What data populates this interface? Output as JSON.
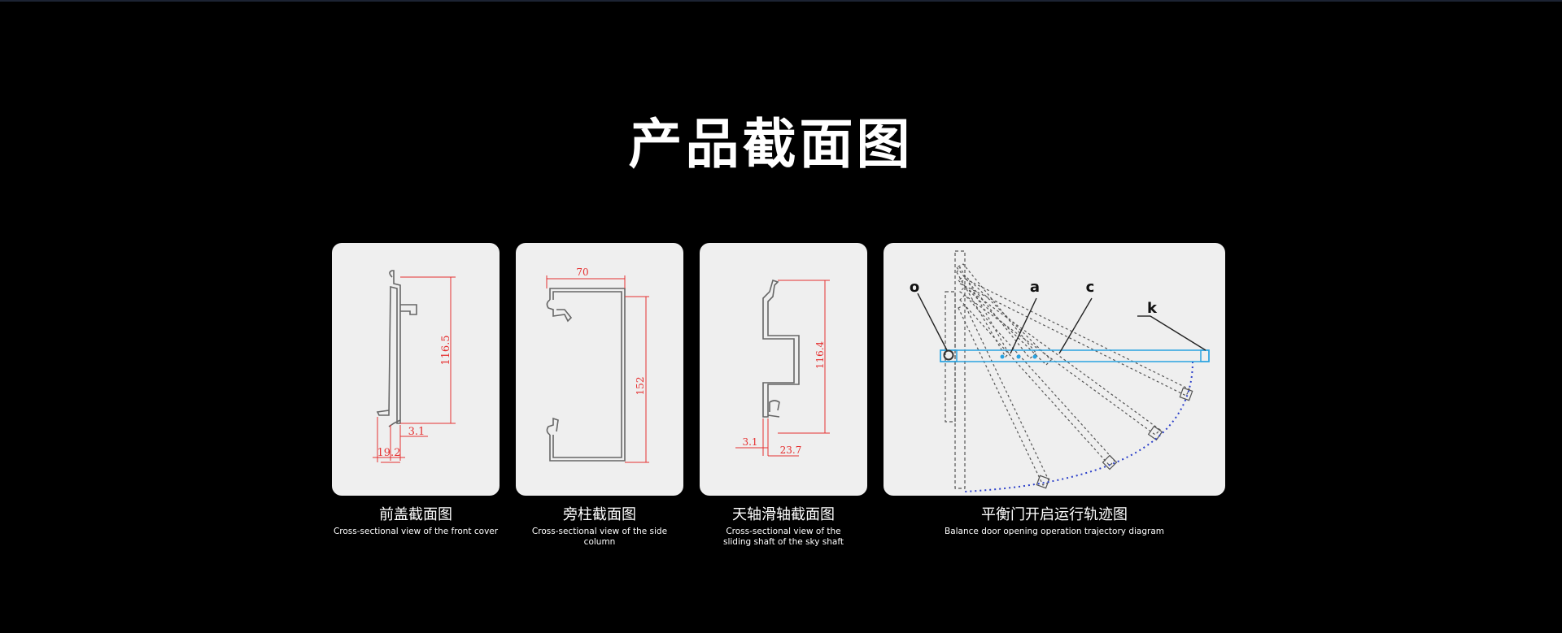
{
  "header": {
    "title": "产品截面图"
  },
  "sections": [
    {
      "name_cn": "前盖截面图",
      "name_en": "Cross-sectional view of the front cover",
      "dims": {
        "height": "116.5",
        "thickness": "3.1",
        "width": "19.2"
      }
    },
    {
      "name_cn": "旁柱截面图",
      "name_en": "Cross-sectional view of the side column",
      "dims": {
        "width": "70",
        "height": "152"
      }
    },
    {
      "name_cn": "天轴滑轴截面图",
      "name_en": "Cross-sectional view of the sliding shaft of the sky shaft",
      "dims": {
        "height": "116.4",
        "thickness": "3.1",
        "width": "23.7"
      }
    },
    {
      "name_cn": "平衡门开启运行轨迹图",
      "name_en": "Balance door opening operation trajectory diagram",
      "labels": {
        "o": "o",
        "a": "a",
        "c": "c",
        "k": "k"
      }
    }
  ],
  "colors": {
    "background": "#000000",
    "card": "#efefef",
    "dimension_red": "#e53030",
    "trajectory_blue": "#2aa3e0",
    "arc_blue": "#2b3fc9"
  }
}
